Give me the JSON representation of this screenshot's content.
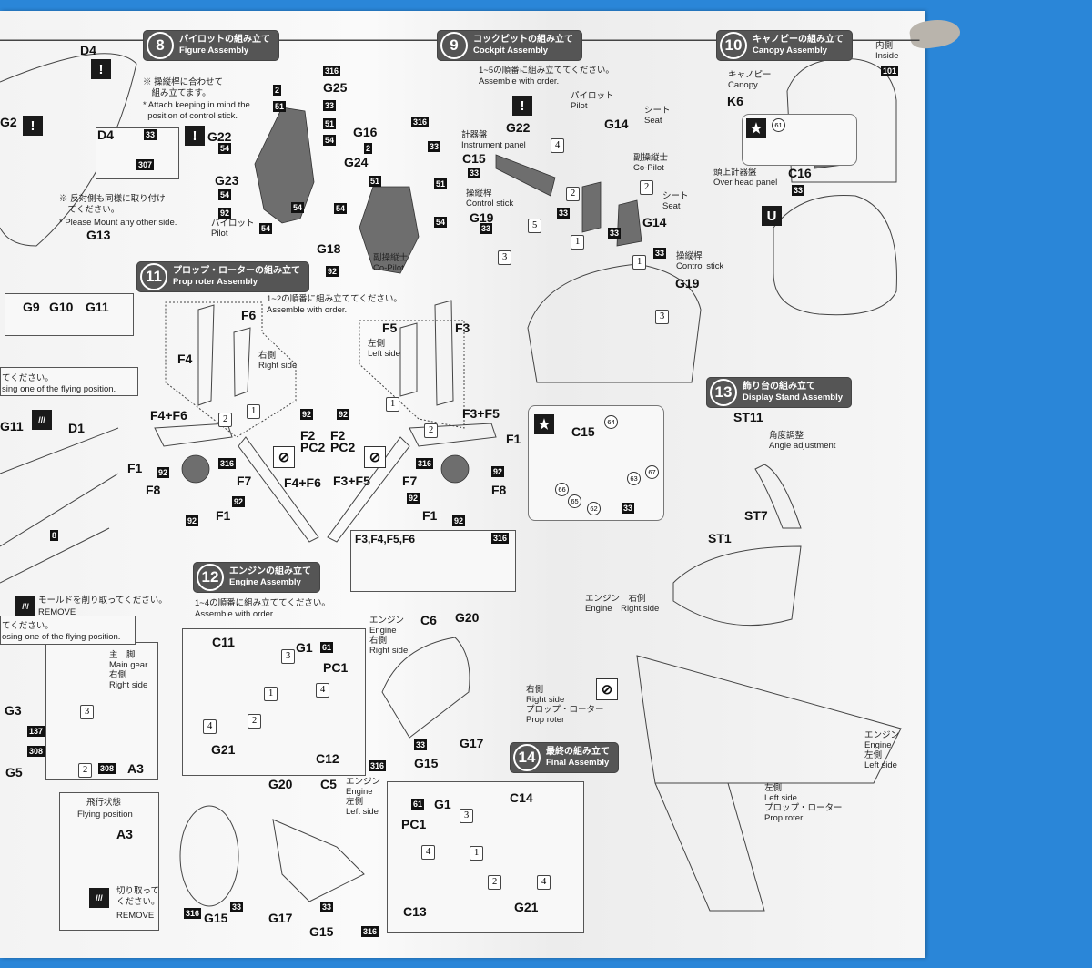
{
  "steps": [
    {
      "num": "8",
      "jp": "パイロットの組み立て",
      "en": "Figure Assembly"
    },
    {
      "num": "9",
      "jp": "コックピットの組み立て",
      "en": "Cockpit Assembly"
    },
    {
      "num": "10",
      "jp": "キャノピーの組み立て",
      "en": "Canopy Assembly"
    },
    {
      "num": "11",
      "jp": "プロップ・ローターの組み立て",
      "en": "Prop roter Assembly"
    },
    {
      "num": "12",
      "jp": "エンジンの組み立て",
      "en": "Engine Assembly"
    },
    {
      "num": "13",
      "jp": "飾り台の組み立て",
      "en": "Display Stand Assembly"
    },
    {
      "num": "14",
      "jp": "最終の組み立て",
      "en": "Final Assembly"
    }
  ],
  "notes": {
    "control_stick_jp": "※ 操縦桿に合わせて\n　組み立てます。",
    "control_stick_en": "* Attach keeping in mind the\n  position of control stick.",
    "mount_jp": "※ 反対側も同様に取り付け\n　てください。",
    "mount_en": "* Please Mount any other side.",
    "order_1_5_jp": "1~5の順番に組み立ててください。",
    "order_1_5_en": "Assemble with order.",
    "order_1_2_jp": "1~2の順番に組み立ててください。",
    "order_1_2_en": "Assemble with order.",
    "order_1_4_jp": "1~4の順番に組み立ててください。",
    "order_1_4_en": "Assemble with order.",
    "flying_cut1_jp": "てください。",
    "flying_cut1_en": "sing one of the flying position.",
    "flying_cut2_jp": "てください。",
    "flying_cut2_en": "osing one of the flying position.",
    "remove_mold_jp": "モールドを削り取ってください。",
    "remove_mold_en": "REMOVE",
    "flying_position_jp": "飛行状態",
    "flying_position_en": "Flying position",
    "cut_off_jp": "切り取って\nください。",
    "cut_off_en": "REMOVE",
    "f_parts_box": "F3,F4,F5,F6"
  },
  "part_labels": [
    "D4",
    "G2",
    "D4",
    "G13",
    "G22",
    "G23",
    "G25",
    "G16",
    "G24",
    "G18",
    "G22",
    "C15",
    "G19",
    "G14",
    "G14",
    "G19",
    "K6",
    "C16",
    "G9",
    "G10",
    "G11",
    "G11",
    "D1",
    "F6",
    "F4",
    "F5",
    "F3",
    "F4+F6",
    "F3+F5",
    "F2",
    "PC2",
    "F2",
    "PC2",
    "F1",
    "F8",
    "F7",
    "F1",
    "F4+F6",
    "F3+F5",
    "F7",
    "F8",
    "F1",
    "F1",
    "C15",
    "ST11",
    "ST7",
    "ST1",
    "G3",
    "G5",
    "A3",
    "C11",
    "G1",
    "PC1",
    "G21",
    "C12",
    "C6",
    "G20",
    "G17",
    "G15",
    "G20",
    "C5",
    "G17",
    "G15",
    "G1",
    "PC1",
    "C14",
    "G21",
    "C13",
    "G15",
    "A3"
  ],
  "captions": [
    "パイロット\nPilot",
    "副操縦士\nCo-Pilot",
    "パイロット\nPilot",
    "シート\nSeat",
    "計器盤\nInstrument panel",
    "操縦桿\nControl stick",
    "副操縦士\nCo-Pilot",
    "シート\nSeat",
    "操縦桿\nControl stick",
    "キャノピー\nCanopy",
    "内側\nInside",
    "頭上計器盤\nOver head panel",
    "右側\nRight side",
    "左側\nLeft side",
    "角度調整\nAngle adjustment",
    "主　脚\nMain gear\n右側\nRight side",
    "エンジン\nEngine\n右側\nRight side",
    "エンジン\nEngine\n左側\nLeft side",
    "エンジン　右側\nEngine　Right side",
    "右側\nRight side\nプロップ・ローター\nProp roter",
    "エンジン\nEngine\n左側\nLeft side",
    "左側\nLeft side\nプロップ・ローター\nProp roter"
  ],
  "paint_codes": [
    "316",
    "2",
    "51",
    "33",
    "51",
    "54",
    "54",
    "54",
    "92",
    "54",
    "54",
    "316",
    "2",
    "33",
    "51",
    "51",
    "54",
    "54",
    "92",
    "33",
    "307",
    "33",
    "33",
    "33",
    "33",
    "33",
    "101",
    "33",
    "8",
    "92",
    "92",
    "92",
    "316",
    "92",
    "92",
    "316",
    "92",
    "92",
    "92",
    "316",
    "33",
    "137",
    "308",
    "308",
    "61",
    "33",
    "316",
    "316",
    "33",
    "33",
    "316",
    "61"
  ],
  "decal_numbers": [
    "64",
    "66",
    "65",
    "62",
    "63",
    "67",
    "61"
  ],
  "order_steps": [
    "4",
    "2",
    "2",
    "5",
    "3",
    "1",
    "1",
    "3",
    "1",
    "2",
    "1",
    "2",
    "3",
    "2",
    "3",
    "1",
    "2",
    "4",
    "4",
    "3",
    "1",
    "2",
    "4",
    "4"
  ],
  "icons": {
    "paint": "!",
    "star": "★",
    "remove": "///",
    "glue": "U",
    "no_glue": "⊘"
  }
}
